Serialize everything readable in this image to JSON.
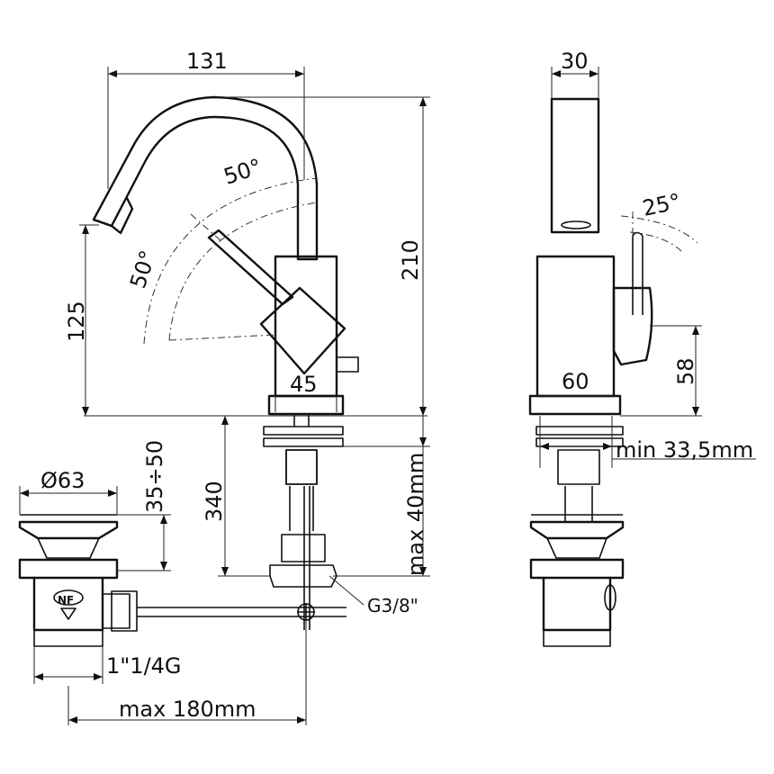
{
  "dimensions": {
    "width_top": "131",
    "height_total": "210",
    "height_spout": "125",
    "angle_top": "50°",
    "angle_left": "50°",
    "base_width": "45",
    "side_width": "30",
    "side_angle": "25°",
    "side_base": "60",
    "side_height": "58",
    "min_thickness": "min 33,5mm",
    "pop_diameter": "Ø63",
    "pop_range": "35÷50",
    "rod_length": "340",
    "max_deck": "max 40mm",
    "connection": "G3/8\"",
    "waste_thread": "1\"1/4G",
    "max_reach": "max 180mm"
  },
  "logo": {
    "text": "NF"
  }
}
